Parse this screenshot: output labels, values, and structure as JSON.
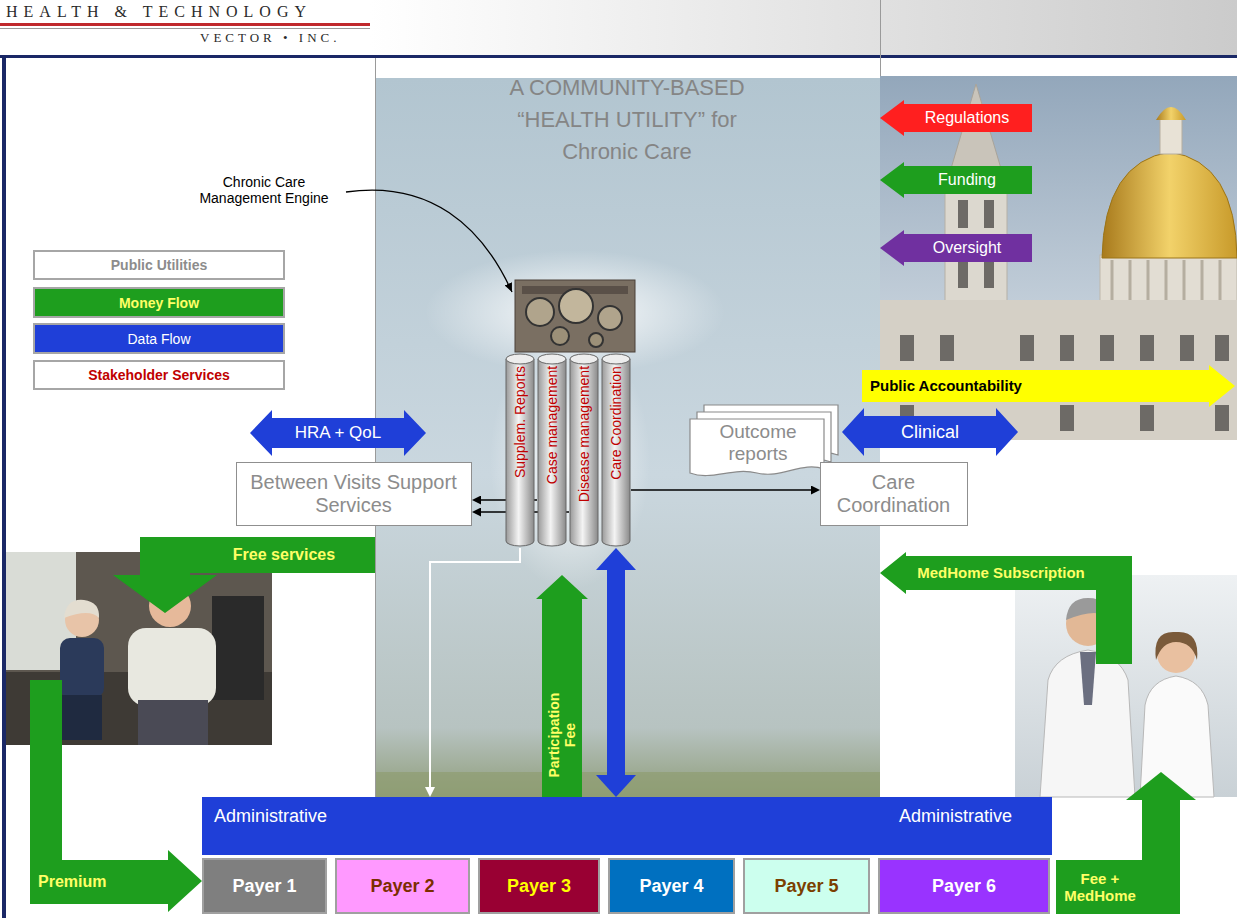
{
  "diagram": {
    "title": "A COMMUNITY-BASED “HEALTH UTILITY” for Chronic Care",
    "nodes": [
      {
        "text": [
          "Regulations"
        ]
      },
      {
        "text": [
          "Funding"
        ]
      },
      {
        "text": [
          "Oversight"
        ]
      },
      {
        "text": [
          "Supplem. Reports"
        ]
      },
      {
        "text": [
          "Case management"
        ]
      },
      {
        "text": [
          "Disease management"
        ]
      },
      {
        "text": [
          "Care Coordination"
        ]
      },
      {
        "text": [
          "Public Accountability"
        ]
      },
      {
        "text": [
          "Outcome reports"
        ]
      },
      {
        "text": [
          "Clinical"
        ]
      },
      {
        "text": [
          "HRA + QoL"
        ]
      },
      {
        "text": [
          "Between Visits Support Services"
        ]
      },
      {
        "text": [
          "Care Coordination"
        ]
      },
      {
        "text": [
          "Free services"
        ]
      },
      {
        "text": [
          "MedHome Subscription"
        ]
      },
      {
        "text": [
          "Participation Fee"
        ]
      },
      {
        "text": [
          "Administrative",
          "Administrative"
        ]
      },
      {
        "text": [
          "Payer 1"
        ]
      },
      {
        "text": [
          "Payer 2"
        ]
      },
      {
        "text": [
          "Payer 3"
        ]
      },
      {
        "text": [
          "Payer 4"
        ]
      },
      {
        "text": [
          "Payer 5"
        ]
      },
      {
        "text": [
          "Payer 6"
        ]
      },
      {
        "text": [
          "Premium"
        ]
      },
      {
        "text": [
          "Fee + MedHome"
        ]
      }
    ],
    "edges": [
      {
        "from": 3,
        "to": 16,
        "arrow": "to"
      },
      {
        "from": 4,
        "to": 11,
        "arrow": "to"
      },
      {
        "from": 5,
        "to": 11,
        "arrow": "to"
      },
      {
        "from": 6,
        "to": 12,
        "arrow": "to"
      },
      {
        "from": 6,
        "to": 16,
        "arrow": "both"
      }
    ],
    "labels": [
      "HEALTH & TECHNOLOGY",
      "VECTOR • INC.",
      "Chronic Care Management Engine"
    ],
    "legend": [
      {
        "text": "Public Utilities",
        "color": "#ffffff"
      },
      {
        "text": "Money Flow",
        "color": "#1e9e1e"
      },
      {
        "text": "Data Flow",
        "color": "#1f3fd8"
      },
      {
        "text": "Stakeholder Services",
        "color": "#ffffff"
      }
    ]
  }
}
